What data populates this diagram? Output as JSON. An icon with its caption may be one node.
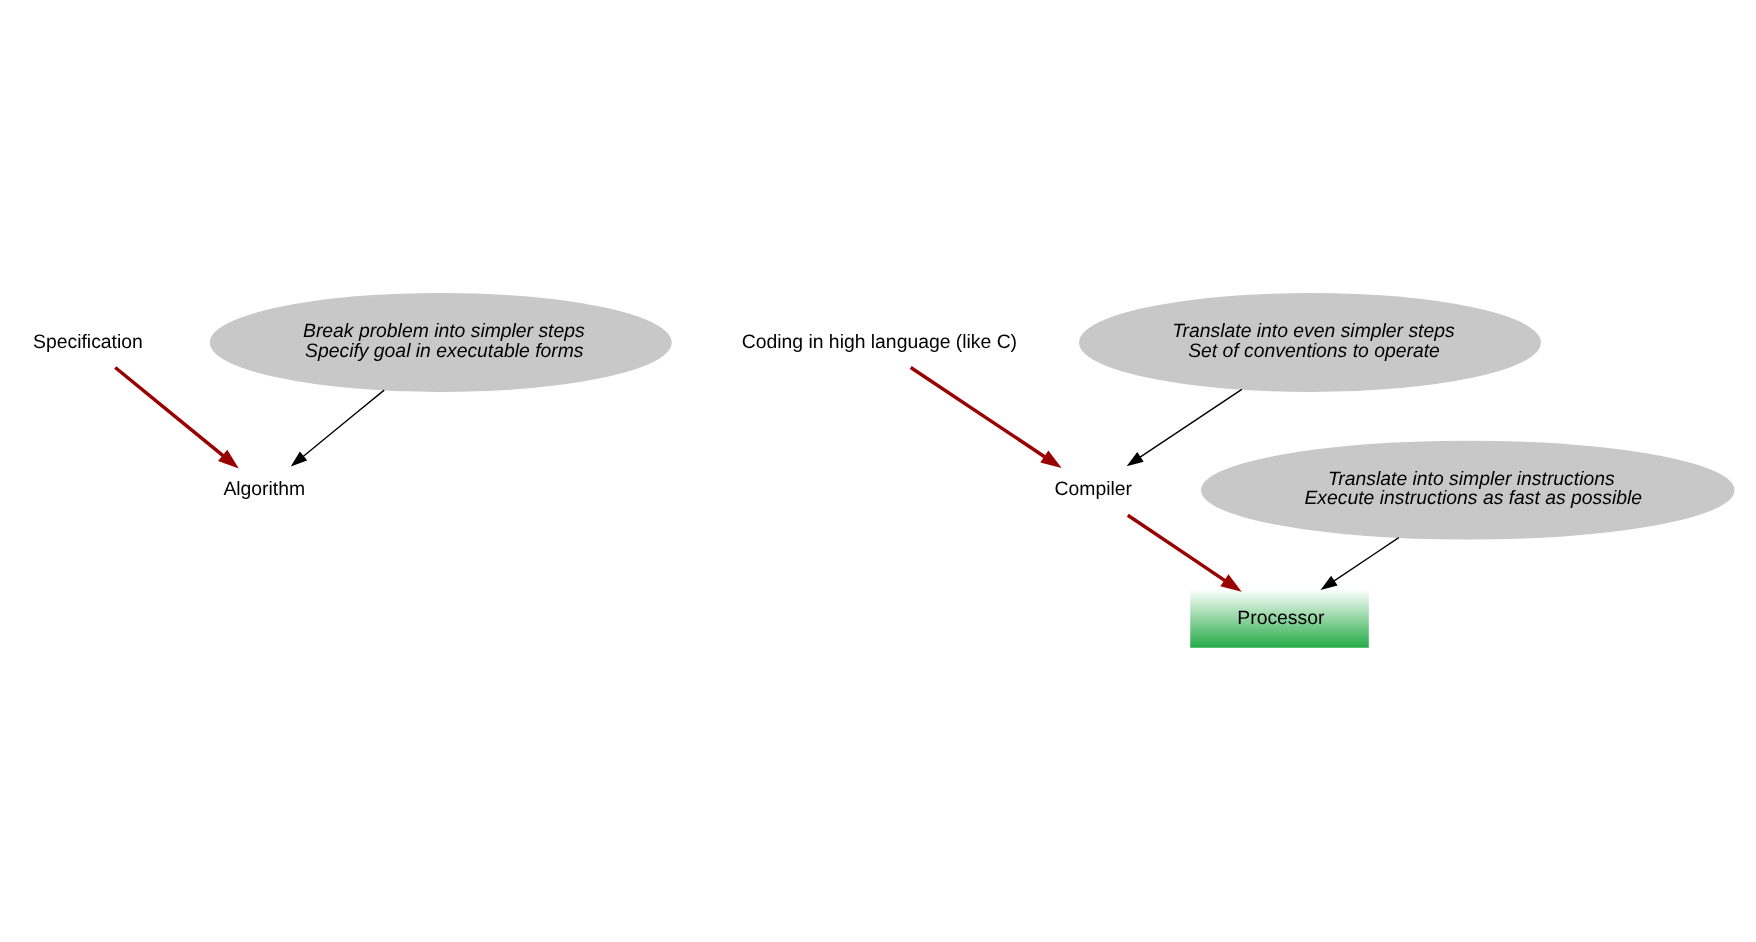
{
  "diagram": {
    "nodes": [
      {
        "text": [
          "Specification"
        ]
      },
      {
        "text": [
          "Algorithm"
        ]
      },
      {
        "text": [
          "Coding in high language (like C)"
        ]
      },
      {
        "text": [
          "Compiler"
        ]
      },
      {
        "text": [
          "Processor"
        ]
      },
      {
        "text": [
          "Break problem into simpler steps",
          "Specify goal in executable forms"
        ]
      },
      {
        "text": [
          "Translate into even simpler steps",
          "Set of conventions to operate"
        ]
      },
      {
        "text": [
          "Translate into simpler instructions",
          "Execute instructions as fast as possible"
        ]
      }
    ],
    "edges": [
      {
        "from": 0,
        "to": 1,
        "arrow": "to",
        "color": "#990000"
      },
      {
        "from": 2,
        "to": 3,
        "arrow": "to",
        "color": "#990000"
      },
      {
        "from": 3,
        "to": 4,
        "arrow": "to",
        "color": "#990000"
      },
      {
        "from": 5,
        "to": 1,
        "arrow": "to",
        "color": "#000000"
      },
      {
        "from": 6,
        "to": 3,
        "arrow": "to",
        "color": "#000000"
      },
      {
        "from": 7,
        "to": 4,
        "arrow": "to",
        "color": "#000000"
      }
    ]
  }
}
